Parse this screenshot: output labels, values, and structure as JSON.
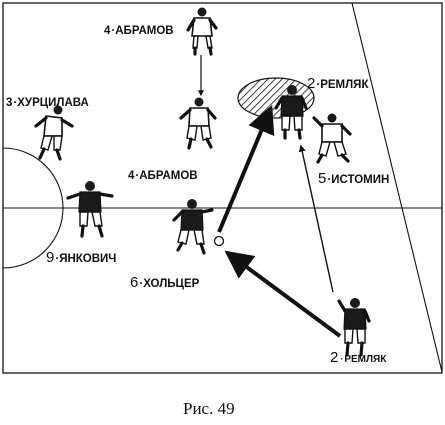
{
  "players": [
    {
      "id": "abramov-top",
      "number": "4",
      "name": "АБРАМОВ",
      "team": "light"
    },
    {
      "id": "khurtsilava",
      "number": "3",
      "name": "ХУРЦИЛАВА",
      "team": "light"
    },
    {
      "id": "abramov-mid",
      "number": "4",
      "name": "АБРАМОВ",
      "team": "light"
    },
    {
      "id": "remlyak-top",
      "number": "2",
      "name": "РЕМЛЯК",
      "team": "dark"
    },
    {
      "id": "istomin",
      "number": "5",
      "name": "ИСТОМИН",
      "team": "light"
    },
    {
      "id": "yankovich",
      "number": "9",
      "name": "ЯНКОВИЧ",
      "team": "dark"
    },
    {
      "id": "holtser",
      "number": "6",
      "name": "ХОЛЬЦЕР",
      "team": "dark"
    },
    {
      "id": "remlyak-bottom",
      "number": "2",
      "name": "РЕМЛЯК",
      "team": "dark"
    }
  ],
  "caption": "Рис.  49"
}
